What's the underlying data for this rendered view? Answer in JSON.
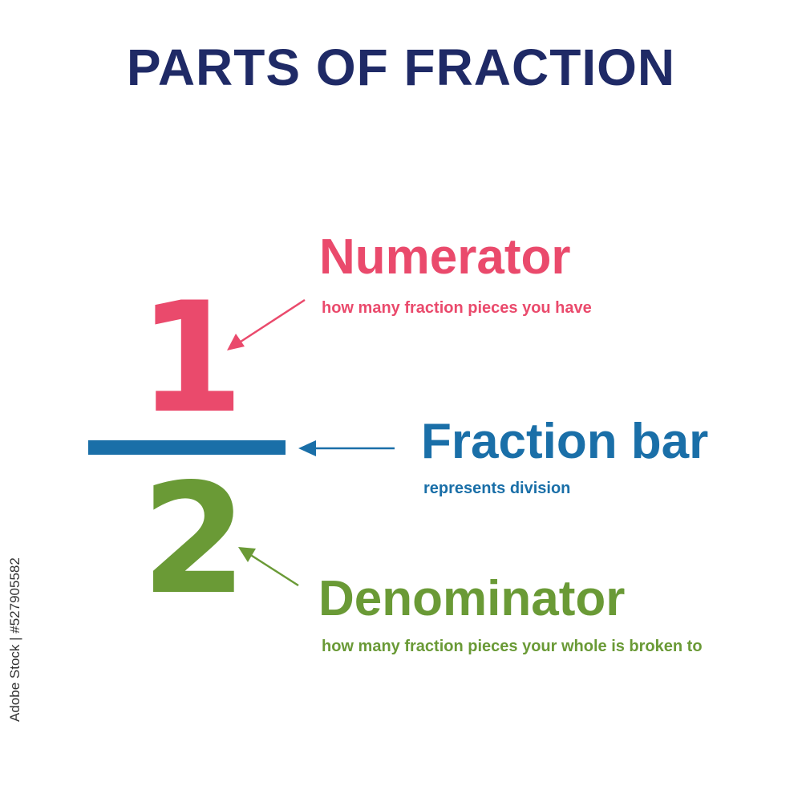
{
  "title": "PARTS OF FRACTION",
  "fraction": {
    "numerator": "1",
    "denominator": "2"
  },
  "labels": {
    "numerator": {
      "heading": "Numerator",
      "description": "how many fraction pieces you have"
    },
    "fraction_bar": {
      "heading": "Fraction bar",
      "description": "represents division"
    },
    "denominator": {
      "heading": "Denominator",
      "description": "how many fraction pieces your whole is broken to"
    }
  },
  "side_id": "Adobe Stock | #527905582",
  "colors": {
    "title": "#1f2a66",
    "numerator": "#ea4a6c",
    "fraction_bar": "#1a6fa8",
    "denominator": "#6a9a36"
  }
}
